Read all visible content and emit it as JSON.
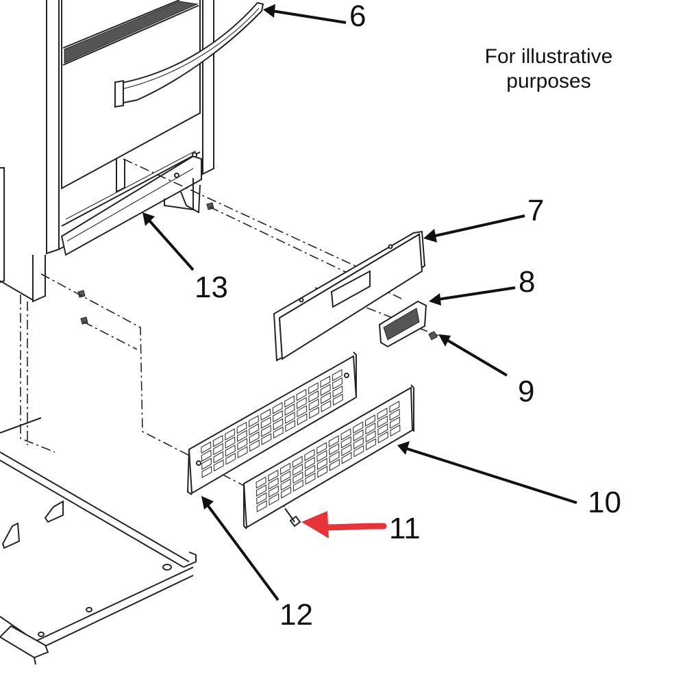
{
  "note": {
    "line1": "For illustrative",
    "line2": "purposes"
  },
  "parts": [
    {
      "id": "p6",
      "label": "6",
      "name": "part-6"
    },
    {
      "id": "p7",
      "label": "7",
      "name": "part-7"
    },
    {
      "id": "p8",
      "label": "8",
      "name": "part-8"
    },
    {
      "id": "p9",
      "label": "9",
      "name": "part-9"
    },
    {
      "id": "p10",
      "label": "10",
      "name": "part-10"
    },
    {
      "id": "p11",
      "label": "11",
      "name": "part-11"
    },
    {
      "id": "p12",
      "label": "12",
      "name": "part-12"
    },
    {
      "id": "p13",
      "label": "13",
      "name": "part-13"
    }
  ],
  "highlight": {
    "part": "11",
    "color": "#e5353a"
  },
  "colors": {
    "line": "#222222",
    "background": "#ffffff",
    "highlight": "#e5353a"
  }
}
